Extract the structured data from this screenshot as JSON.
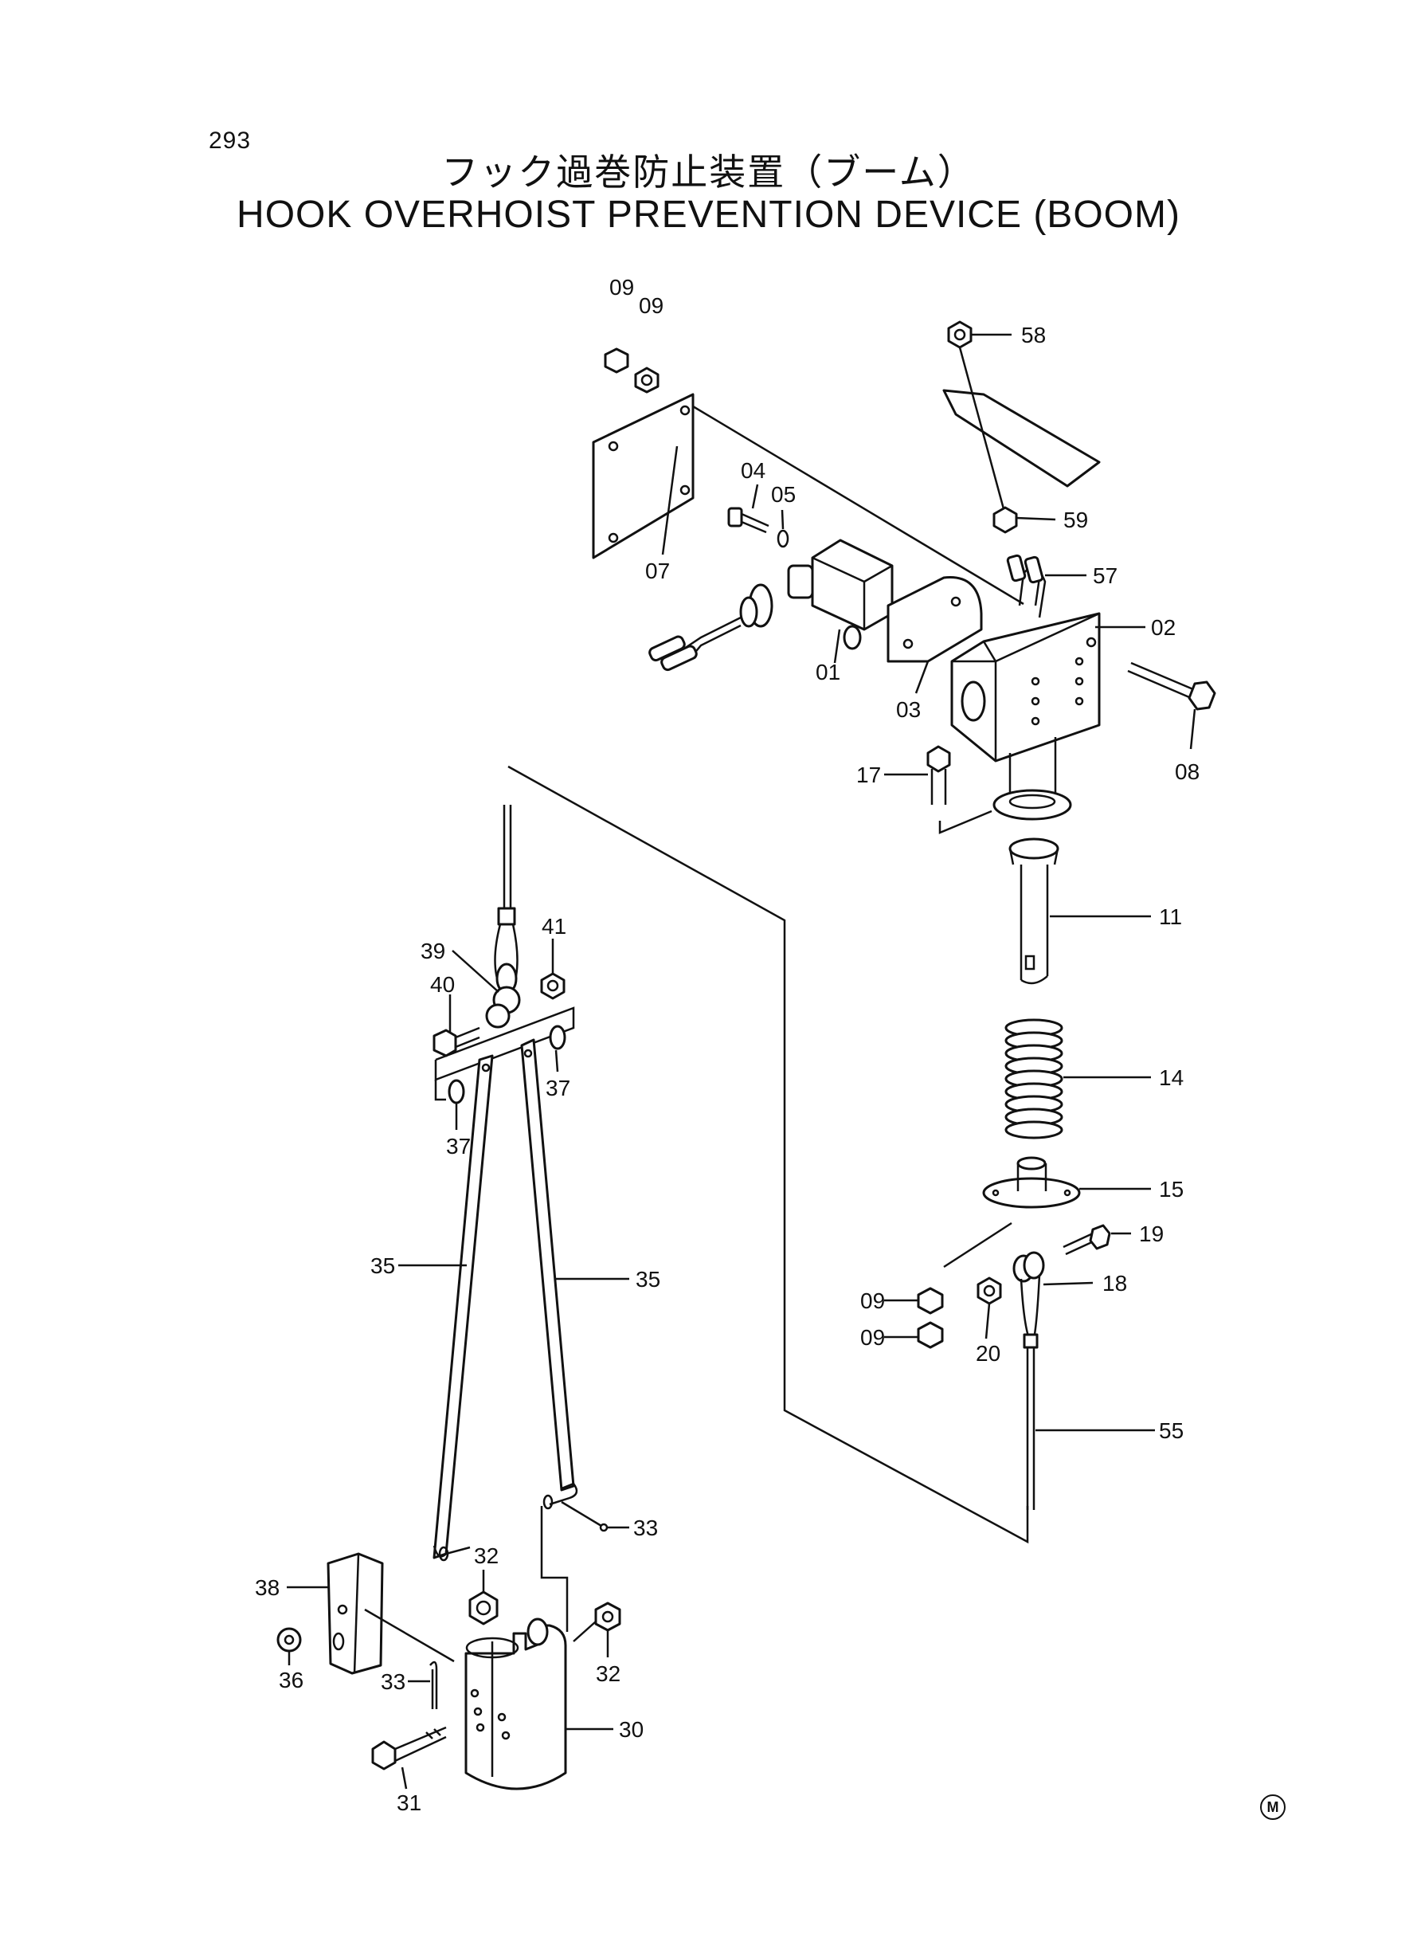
{
  "page": {
    "number": "293",
    "title_ja": "フック過巻防止装置（ブーム）",
    "title_en": "HOOK OVERHOIST PREVENTION DEVICE (BOOM)",
    "mark": "M"
  },
  "callouts": [
    {
      "id": "c01",
      "text": "01"
    },
    {
      "id": "c02",
      "text": "02"
    },
    {
      "id": "c03",
      "text": "03"
    },
    {
      "id": "c04",
      "text": "04"
    },
    {
      "id": "c05",
      "text": "05"
    },
    {
      "id": "c07",
      "text": "07"
    },
    {
      "id": "c08",
      "text": "08"
    },
    {
      "id": "c09a",
      "text": "09"
    },
    {
      "id": "c09b",
      "text": "09"
    },
    {
      "id": "c09c",
      "text": "09"
    },
    {
      "id": "c09d",
      "text": "09"
    },
    {
      "id": "c11",
      "text": "11"
    },
    {
      "id": "c14",
      "text": "14"
    },
    {
      "id": "c15",
      "text": "15"
    },
    {
      "id": "c17",
      "text": "17"
    },
    {
      "id": "c18",
      "text": "18"
    },
    {
      "id": "c19",
      "text": "19"
    },
    {
      "id": "c20",
      "text": "20"
    },
    {
      "id": "c30",
      "text": "30"
    },
    {
      "id": "c31",
      "text": "31"
    },
    {
      "id": "c32a",
      "text": "32"
    },
    {
      "id": "c32b",
      "text": "32"
    },
    {
      "id": "c33a",
      "text": "33"
    },
    {
      "id": "c33b",
      "text": "33"
    },
    {
      "id": "c35a",
      "text": "35"
    },
    {
      "id": "c35b",
      "text": "35"
    },
    {
      "id": "c36",
      "text": "36"
    },
    {
      "id": "c37a",
      "text": "37"
    },
    {
      "id": "c37b",
      "text": "37"
    },
    {
      "id": "c38",
      "text": "38"
    },
    {
      "id": "c39",
      "text": "39"
    },
    {
      "id": "c40",
      "text": "40"
    },
    {
      "id": "c41",
      "text": "41"
    },
    {
      "id": "c55",
      "text": "55"
    },
    {
      "id": "c57",
      "text": "57"
    },
    {
      "id": "c58",
      "text": "58"
    },
    {
      "id": "c59",
      "text": "59"
    }
  ]
}
